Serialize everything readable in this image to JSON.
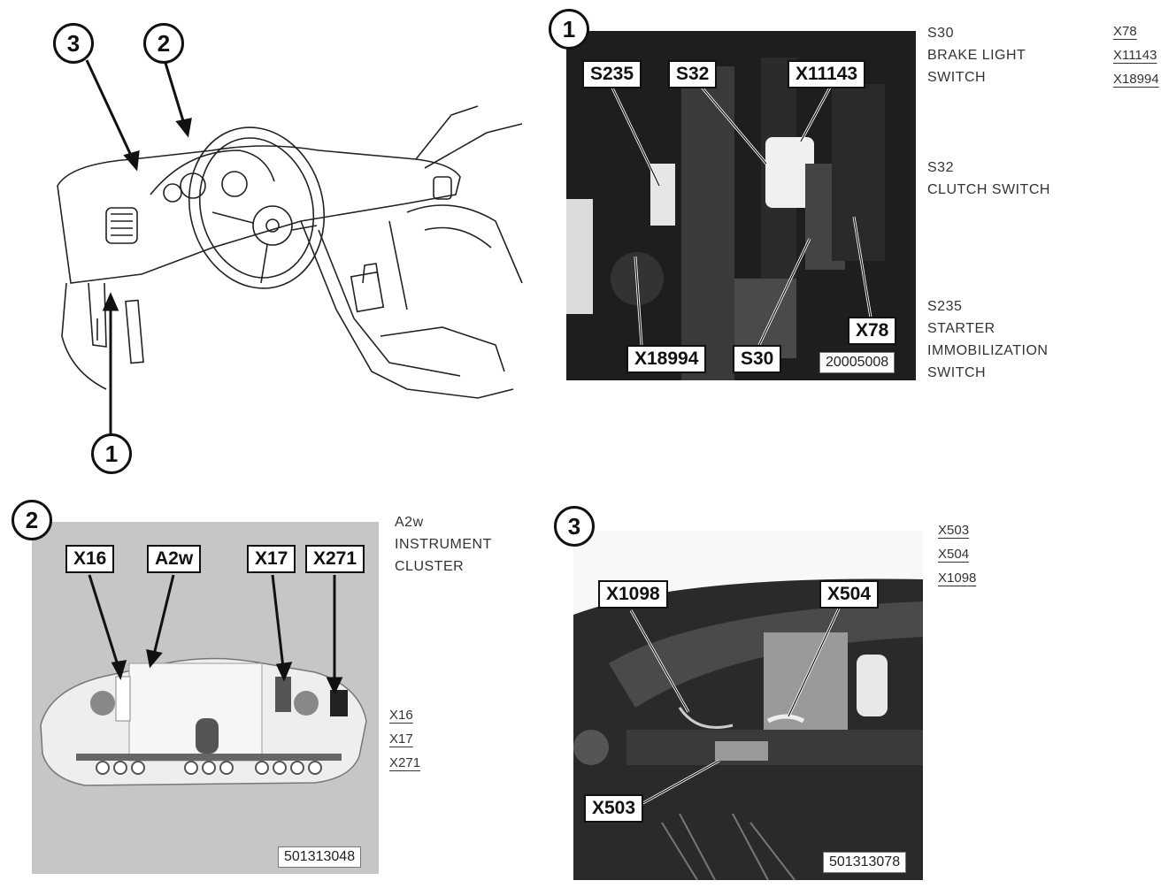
{
  "overview": {
    "badges": [
      "3",
      "2",
      "1"
    ]
  },
  "panel1": {
    "badge": "1",
    "callouts": [
      "S235",
      "S32",
      "X11143",
      "X78",
      "X18994",
      "S30"
    ],
    "image_id": "20005008",
    "legend": [
      {
        "code": "S30",
        "lines": [
          "BRAKE LIGHT",
          "SWITCH"
        ]
      },
      {
        "code": "S32",
        "lines": [
          "CLUTCH SWITCH"
        ]
      },
      {
        "code": "S235",
        "lines": [
          "STARTER",
          "IMMOBILIZATION",
          "SWITCH"
        ]
      }
    ],
    "links": [
      "X78",
      "X11143",
      "X18994"
    ]
  },
  "panel2": {
    "badge": "2",
    "callouts": [
      "X16",
      "A2w",
      "X17",
      "X271"
    ],
    "image_id": "501313048",
    "legend": {
      "code": "A2w",
      "lines": [
        "INSTRUMENT",
        "CLUSTER"
      ]
    },
    "links": [
      "X16",
      "X17",
      "X271"
    ]
  },
  "panel3": {
    "badge": "3",
    "callouts": [
      "X1098",
      "X504",
      "X503"
    ],
    "image_id": "501313078",
    "links": [
      "X503",
      "X504",
      "X1098"
    ]
  }
}
